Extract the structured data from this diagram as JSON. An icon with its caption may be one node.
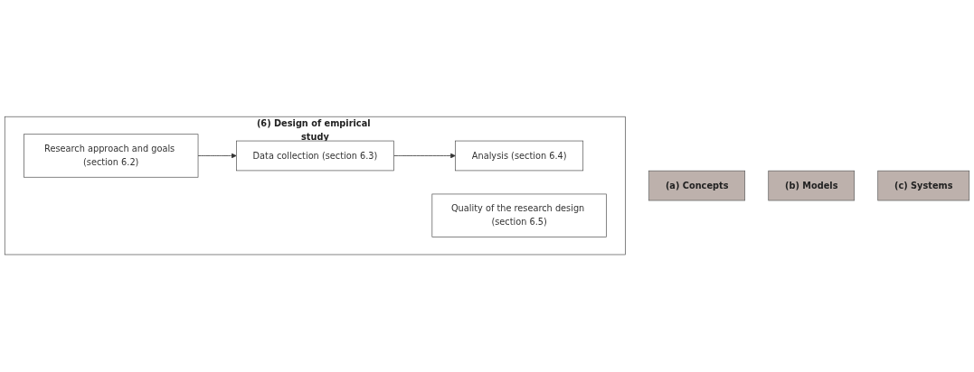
{
  "diagram": {
    "nodes": [
      {
        "text": [
          "(a) Concepts"
        ]
      },
      {
        "text": [
          "(b) Models"
        ]
      },
      {
        "text": [
          "(c) Systems"
        ]
      },
      {
        "text": [
          "(6) Design of empirical study"
        ]
      },
      {
        "text": [
          "Research approach and goals (section 6.2)"
        ],
        "in": 3
      },
      {
        "text": [
          "Data collection (section 6.3)"
        ],
        "in": 3
      },
      {
        "text": [
          "Analysis (section 6.4)"
        ],
        "in": 3
      },
      {
        "text": [
          "Quality of the research design (section 6.5)"
        ],
        "in": 3
      }
    ],
    "edges": [
      {
        "from": 4,
        "to": 5,
        "arrow": "to"
      },
      {
        "from": 5,
        "to": 6,
        "arrow": "to"
      }
    ]
  }
}
